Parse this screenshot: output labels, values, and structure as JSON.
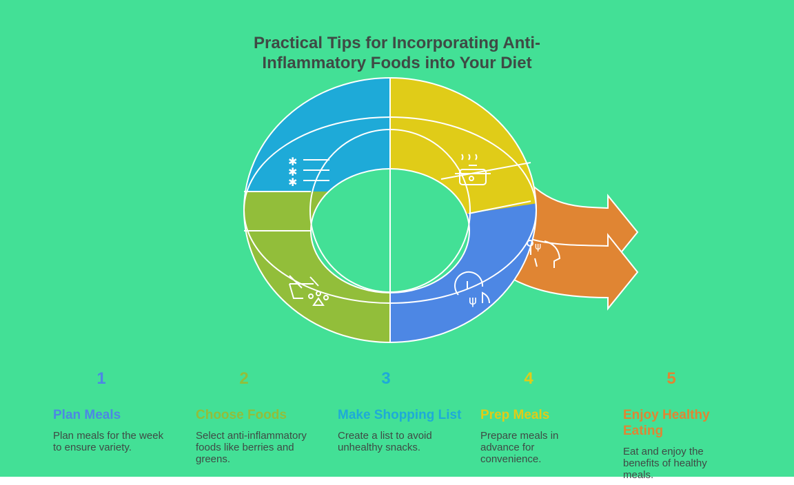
{
  "title": "Practical Tips for Incorporating Anti-Inflammatory Foods into Your Diet",
  "colors": {
    "background": "#43e096",
    "blue": "#1eaad8",
    "green": "#92be3a",
    "yellow": "#e0cc18",
    "violet": "#4d87e4",
    "orange": "#e08533"
  },
  "steps": [
    {
      "number": "1",
      "label": "Plan Meals",
      "description": "Plan meals for the week to ensure variety.",
      "color": "#4d87e4",
      "icon": "checklist-icon"
    },
    {
      "number": "2",
      "label": "Choose Foods",
      "description": "Select anti-inflammatory foods like berries and greens.",
      "color": "#92be3a",
      "icon": "basket-icon"
    },
    {
      "number": "3",
      "label": "Make Shopping List",
      "description": "Create a list to avoid unhealthy snacks.",
      "color": "#1eaad8",
      "icon": "plate-utensils-icon"
    },
    {
      "number": "4",
      "label": "Prep Meals",
      "description": "Prepare meals in advance for convenience.",
      "color": "#e0cc18",
      "icon": "cooking-pot-icon"
    },
    {
      "number": "5",
      "label": "Enjoy Healthy Eating",
      "description": "Eat and enjoy the benefits of healthy meals.",
      "color": "#e08533",
      "icon": "eating-person-icon"
    }
  ]
}
